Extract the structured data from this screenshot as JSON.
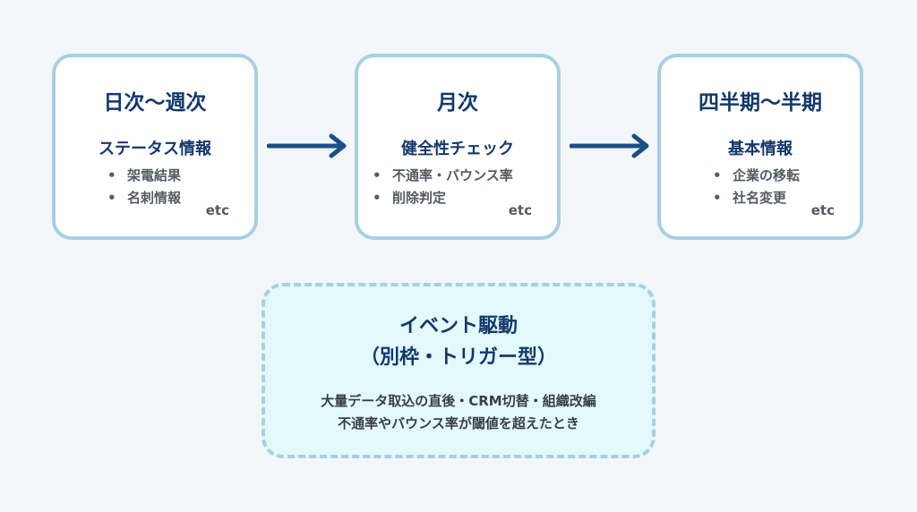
{
  "colors": {
    "title": "#14386c",
    "card_border": "#a7d0e2",
    "arrow": "#1b4f87",
    "event_background": "#e2fafc",
    "page_background": "#f3f7fa"
  },
  "stages": [
    {
      "title": "日次〜週次",
      "subtitle": "ステータス情報",
      "items": [
        "架電結果",
        "名刺情報"
      ],
      "etc": "etc"
    },
    {
      "title": "月次",
      "subtitle": "健全性チェック",
      "items": [
        "不通率・バウンス率",
        "削除判定"
      ],
      "etc": "etc"
    },
    {
      "title": "四半期〜半期",
      "subtitle": "基本情報",
      "items": [
        "企業の移転",
        "社名変更"
      ],
      "etc": "etc"
    }
  ],
  "arrows": [
    {
      "icon": "arrow-right-icon"
    },
    {
      "icon": "arrow-right-icon"
    }
  ],
  "event": {
    "title_line1": "イベント駆動",
    "title_line2": "（別枠・トリガー型）",
    "description_line1": "大量データ取込の直後・CRM切替・組織改編",
    "description_line2": "不通率やバウンス率が閾値を超えたとき"
  }
}
